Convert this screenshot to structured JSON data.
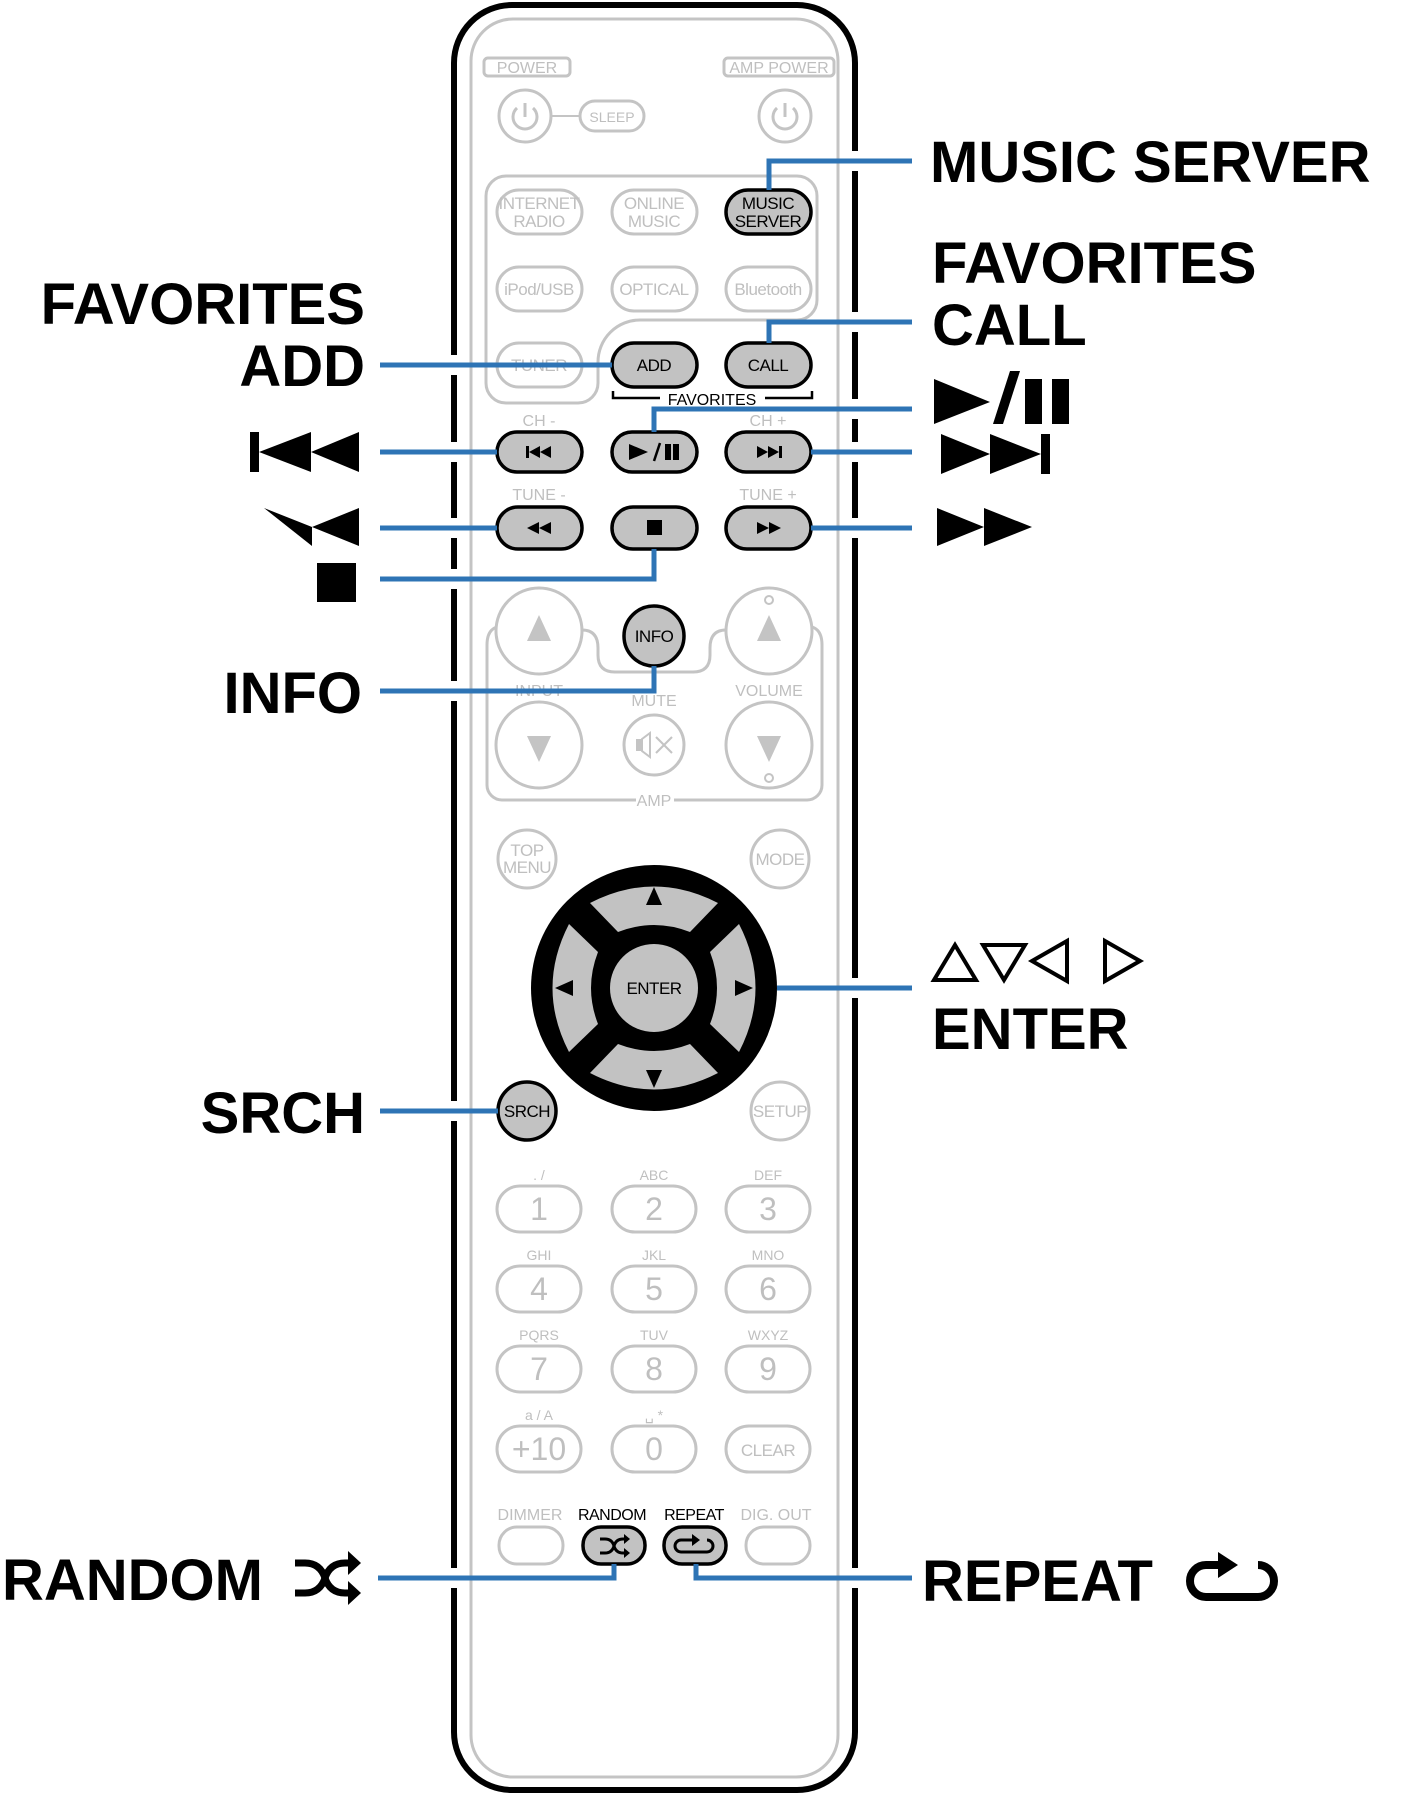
{
  "diagram": {
    "title": "Remote control button callouts",
    "accent_color": "#2e74b5",
    "highlight_key_color": "#c2c2c2"
  },
  "remote": {
    "power_group": {
      "power_label": "POWER",
      "sleep_label": "SLEEP",
      "amp_power_label": "AMP POWER"
    },
    "source_buttons": [
      {
        "line1": "INTERNET",
        "line2": "RADIO",
        "highlighted": false
      },
      {
        "line1": "ONLINE",
        "line2": "MUSIC",
        "highlighted": false
      },
      {
        "line1": "MUSIC",
        "line2": "SERVER",
        "highlighted": true
      },
      {
        "line1": "iPod/USB",
        "highlighted": false
      },
      {
        "line1": "OPTICAL",
        "highlighted": false
      },
      {
        "line1": "Bluetooth",
        "highlighted": false
      },
      {
        "line1": "TUNER",
        "highlighted": false
      }
    ],
    "favorites": {
      "add_label": "ADD",
      "call_label": "CALL",
      "group_label": "FAVORITES"
    },
    "transport": {
      "ch_minus_label": "CH -",
      "ch_plus_label": "CH +",
      "tune_minus_label": "TUNE -",
      "tune_plus_label": "TUNE +"
    },
    "info_label": "INFO",
    "amp_group": {
      "input_label": "INPUT",
      "mute_label": "MUTE",
      "volume_label": "VOLUME",
      "amp_label": "AMP"
    },
    "top_menu": {
      "line1": "TOP",
      "line2": "MENU"
    },
    "mode_label": "MODE",
    "enter_label": "ENTER",
    "srch_label": "SRCH",
    "setup_label": "SETUP",
    "keypad": [
      {
        "digit": "1",
        "letters": ". /"
      },
      {
        "digit": "2",
        "letters": "ABC"
      },
      {
        "digit": "3",
        "letters": "DEF"
      },
      {
        "digit": "4",
        "letters": "GHI"
      },
      {
        "digit": "5",
        "letters": "JKL"
      },
      {
        "digit": "6",
        "letters": "MNO"
      },
      {
        "digit": "7",
        "letters": "PQRS"
      },
      {
        "digit": "8",
        "letters": "TUV"
      },
      {
        "digit": "9",
        "letters": "WXYZ"
      },
      {
        "digit": "+10",
        "letters": "a / A"
      },
      {
        "digit": "0",
        "letters": "␣ *"
      },
      {
        "digit": "CLEAR",
        "letters": ""
      }
    ],
    "bottom_row": [
      {
        "label": "DIMMER",
        "highlighted": false
      },
      {
        "label": "RANDOM",
        "highlighted": true
      },
      {
        "label": "REPEAT",
        "highlighted": true
      },
      {
        "label": "DIG. OUT",
        "highlighted": false
      }
    ]
  },
  "callouts": {
    "music_server": "MUSIC SERVER",
    "favorites_call_line1": "FAVORITES",
    "favorites_call_line2": "CALL",
    "favorites_add_line1": "FAVORITES",
    "favorites_add_line2": "ADD",
    "play_pause": "play-pause-icon",
    "skip_back": "skip-back-icon",
    "skip_forward": "skip-forward-icon",
    "rewind": "rewind-icon",
    "fast_forward": "fast-forward-icon",
    "stop": "stop-icon",
    "info": "INFO",
    "cursor": "△▽◁ ▷",
    "enter": "ENTER",
    "srch": "SRCH",
    "random": "RANDOM",
    "repeat": "REPEAT"
  }
}
